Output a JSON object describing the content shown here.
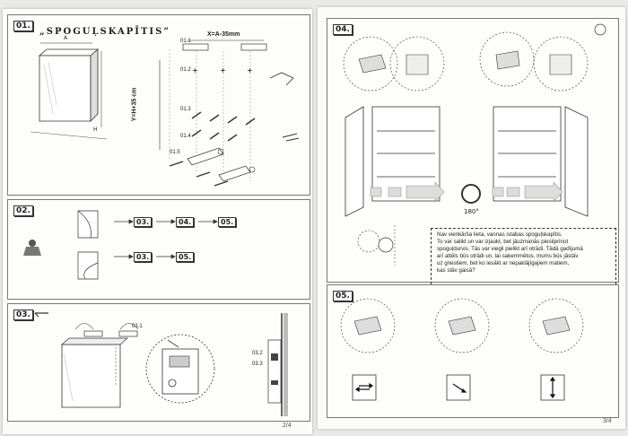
{
  "left_page": {
    "section1": {
      "number": "01.",
      "title": "„SPOGUĻSKAPĪTIS”",
      "dim_x": "X=A-35mm",
      "dim_y": "Y=H+35 cm",
      "label_a": "A",
      "label_h": "H",
      "parts": [
        "01.1",
        "01.2",
        "01.3",
        "01.4",
        "01.5"
      ]
    },
    "section2": {
      "number": "02.",
      "flow1": [
        "03.",
        "04.",
        "05."
      ],
      "flow2": [
        "03.",
        "05."
      ]
    },
    "section3": {
      "number": "03.",
      "parts": [
        "03.1",
        "03.2",
        "03.3"
      ]
    },
    "page_number": "2/4"
  },
  "right_page": {
    "section4": {
      "number": "04.",
      "rotation": "180°",
      "note_lines": [
        "Nav vienkārša lieta, vannas istabas spoguļskapītis.",
        "To var salikt un var izjaukt, bet jāuzmanās piestiprinot",
        "spoguļdurvis. Tās var viegli pielikt arī otrādi. Tādā gadījumā",
        "arī attēls būs otrādi un, lai saķemmētos, mums būs jāstāv",
        "uz griestiem, bet ko iesākt ar nepaklājīgajiem matiem,",
        "kas  stāv gaisā?"
      ]
    },
    "section5": {
      "number": "05."
    },
    "page_number": "3/4"
  }
}
